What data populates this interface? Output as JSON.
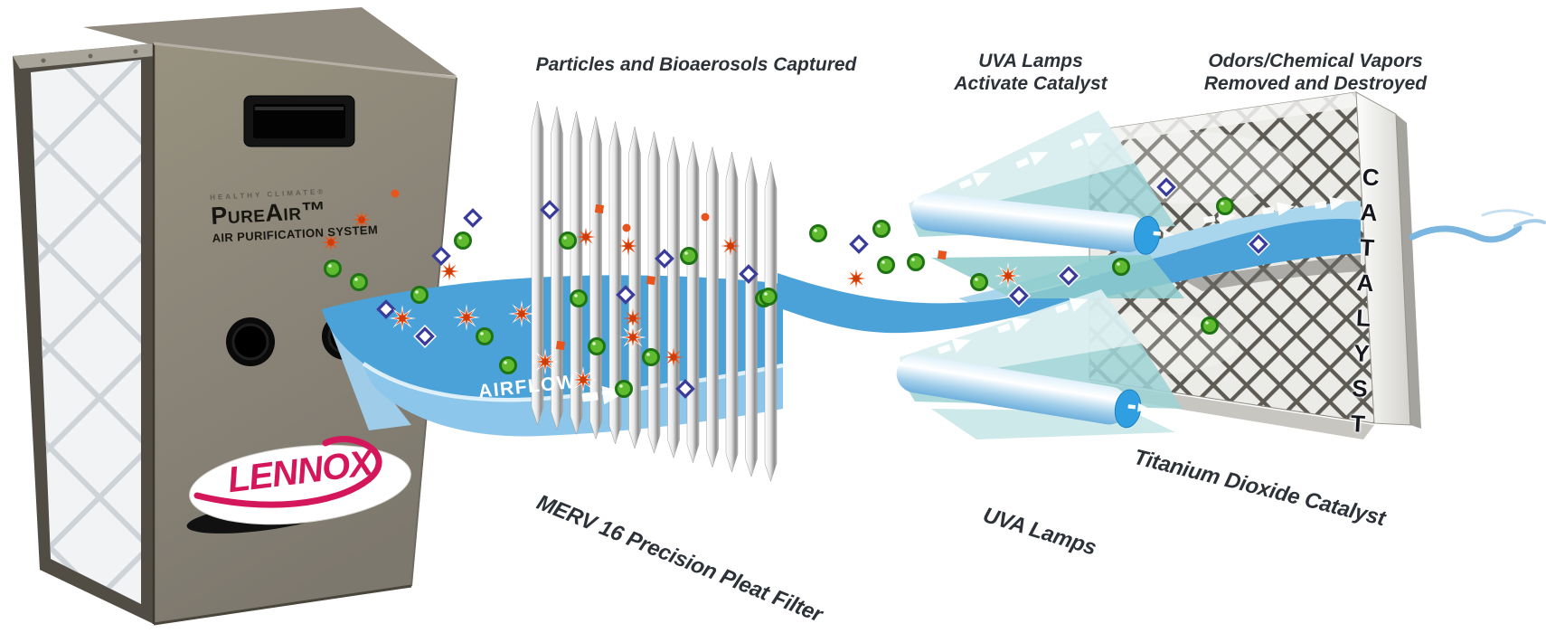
{
  "figure": {
    "alt": "Lennox PureAir Air Purification System airflow diagram"
  },
  "unit": {
    "brand_eyebrow": "HEALTHY CLIMATE®",
    "brand_name": "PureAir™",
    "brand_tagline": "AIR PURIFICATION SYSTEM",
    "logo_text": "LENNOX"
  },
  "airflow_label": "AIRFLOW",
  "stage_filter": {
    "caption_top": "Particles and Bioaerosols Captured",
    "caption_bottom": "MERV 16 Precision Pleat Filter"
  },
  "stage_uva": {
    "caption_top_line1": "UVA Lamps",
    "caption_top_line2": "Activate Catalyst",
    "caption_bottom": "UVA Lamps"
  },
  "stage_catalyst": {
    "caption_top_line1": "Odors/Chemical Vapors",
    "caption_top_line2": "Removed and Destroyed",
    "caption_bottom": "Titanium Dioxide Catalyst",
    "panel_text": "CATALYST"
  },
  "colors": {
    "airflow_blue": "#4aa2d8",
    "airflow_light_blue": "#8cc6ea",
    "uv_beam_pale": "#d9eef0",
    "uv_beam_teal": "#9ed4d6",
    "lamp_cap_blue": "#2f9fe2",
    "cabinet_gray": "#8b8579",
    "particle_orange": "#e8551c",
    "particle_orange_core": "#cf3c08",
    "particle_green": "#5fba30",
    "particle_green_ring": "#1e7314",
    "particle_diamond_blue": "#3a3c9a",
    "lennox_red": "#d4175a"
  }
}
